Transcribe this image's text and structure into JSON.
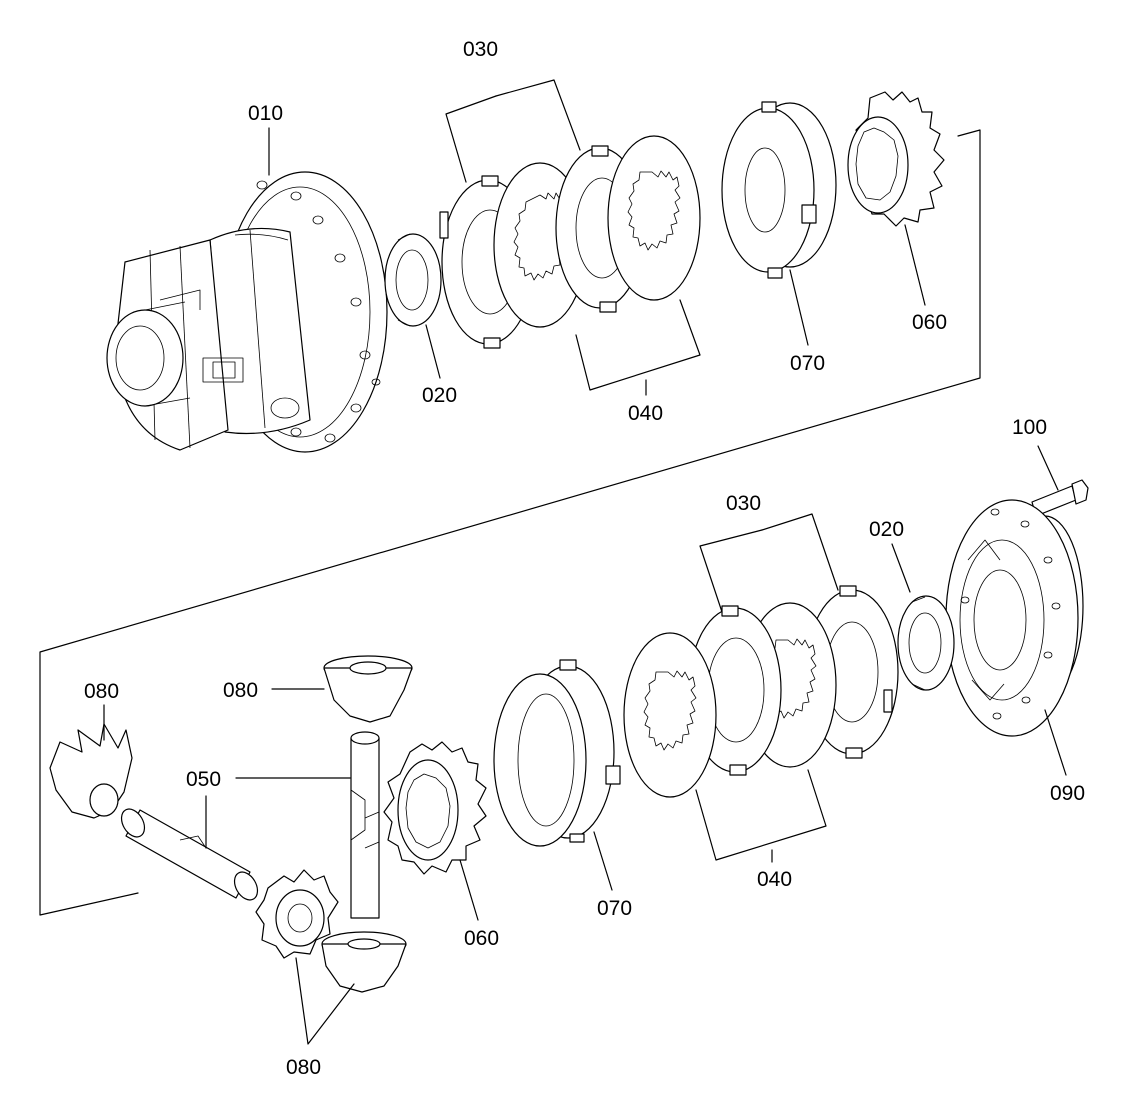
{
  "colors": {
    "line": "#000000",
    "background": "#ffffff"
  },
  "labels": {
    "p010": "010",
    "p030_top": "030",
    "p020_top": "020",
    "p040_top": "040",
    "p070_top": "070",
    "p060_top": "060",
    "p100": "100",
    "p030_bottom": "030",
    "p020_bottom": "020",
    "p090": "090",
    "p080_left": "080",
    "p080_top": "080",
    "p050": "050",
    "p060_bottom": "060",
    "p070_bottom": "070",
    "p040_bottom": "040",
    "p080_bottom": "080"
  }
}
